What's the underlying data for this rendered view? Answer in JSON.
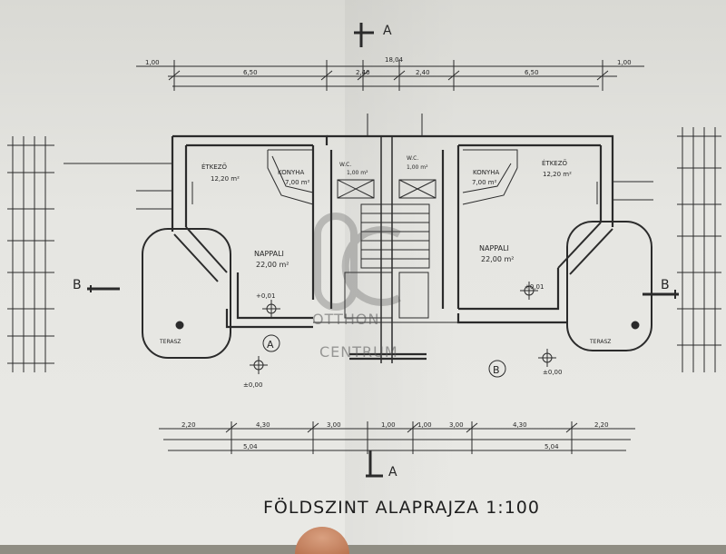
{
  "drawing": {
    "title": "FÖLDSZINT ALAPRAJZA 1:100",
    "section_a": "A",
    "section_b": "B",
    "axis_a": "A",
    "axis_b": "B",
    "rooms": {
      "etkezo_left": {
        "name": "ÉTKEZŐ",
        "area": "12,20 m²"
      },
      "konyha_left": {
        "name": "KONYHA",
        "area": "7,00 m²"
      },
      "wc_left": {
        "name": "W.C.",
        "area": "1,00 m²"
      },
      "nappali_left": {
        "name": "NAPPALI",
        "area": "22,00 m²"
      },
      "terasz_left": {
        "name": "TERASZ"
      },
      "etkezo_right": {
        "name": "ÉTKEZŐ",
        "area": "12,20 m²"
      },
      "konyha_right": {
        "name": "KONYHA",
        "area": "7,00 m²"
      },
      "wc_right": {
        "name": "W.C.",
        "area": "1,00 m²"
      },
      "nappali_right": {
        "name": "NAPPALI",
        "area": "22,00 m²"
      },
      "terasz_right": {
        "name": "TERASZ"
      }
    },
    "levels": {
      "floor_left": "+0,01",
      "floor_right": "+0,01",
      "ground_left": "±0,00",
      "ground_right": "±0,00"
    },
    "top_dimensions": [
      "1,00",
      "6,50",
      "2,40",
      "2,40",
      "6,50",
      "1,00",
      "18,04"
    ],
    "bottom_dimensions": [
      "2,20",
      "4,30",
      "3,00",
      "1,00",
      "1,00",
      "3,00",
      "4,30",
      "2,20",
      "5,04",
      "5,04"
    ],
    "watermark": {
      "line1": "OTTHON",
      "line2": "CENTRUM"
    }
  }
}
